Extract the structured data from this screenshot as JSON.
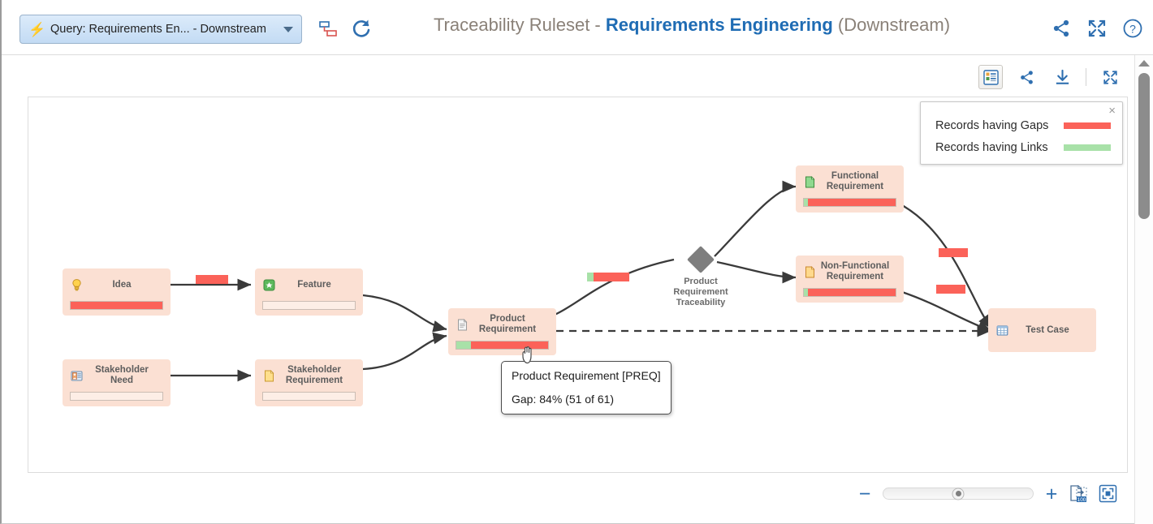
{
  "header": {
    "query_label": "Query: Requirements En... - Downstream",
    "bolt_icon": "lightning-bolt-icon",
    "split_icon": "split-view-icon",
    "refresh_icon": "refresh-icon",
    "title_prefix": "Traceability Ruleset - ",
    "title_accent": "Requirements Engineering",
    "title_suffix": " (Downstream)",
    "share_icon": "share-icon",
    "collapse_icon": "collapse-arrows-icon",
    "help_icon": "help-icon"
  },
  "toolbar": {
    "legend_toggle": "legend-panel-icon",
    "share": "share-icon",
    "download": "download-icon",
    "expand": "expand-arrows-icon"
  },
  "legend": {
    "close_label": "×",
    "items": [
      {
        "label": "Records having Gaps",
        "color": "#fb6259"
      },
      {
        "label": "Records having Links",
        "color": "#a8e1a8"
      }
    ]
  },
  "tooltip": {
    "title": "Product Requirement [PREQ]",
    "detail": "Gap: 84% (51 of 61)"
  },
  "diagram": {
    "nodes": [
      {
        "id": "idea",
        "label": "Idea",
        "icon": "lightbulb-icon",
        "bar": {
          "green": 0,
          "red": 100,
          "visible": true
        }
      },
      {
        "id": "feature",
        "label": "Feature",
        "icon": "green-plus-icon",
        "bar": {
          "green": 0,
          "red": 0,
          "visible": true
        }
      },
      {
        "id": "stakeholder-need",
        "label": "Stakeholder Need",
        "icon": "person-card-icon",
        "bar": {
          "green": 0,
          "red": 0,
          "visible": true
        }
      },
      {
        "id": "stakeholder-requirement",
        "label": "Stakeholder Requirement",
        "icon": "yellow-document-icon",
        "bar": {
          "green": 0,
          "red": 0,
          "visible": true
        }
      },
      {
        "id": "product-requirement",
        "label": "Product Requirement",
        "icon": "gray-document-icon",
        "bar": {
          "green": 16,
          "red": 84,
          "visible": true
        }
      },
      {
        "id": "functional-requirement",
        "label": "Functional Requirement",
        "icon": "green-document-icon",
        "bar": {
          "green": 4,
          "red": 96,
          "visible": true
        }
      },
      {
        "id": "non-functional-requirement",
        "label": "Non-Functional Requirement",
        "icon": "orange-document-icon",
        "bar": {
          "green": 4,
          "red": 96,
          "visible": true
        }
      },
      {
        "id": "test-case",
        "label": "Test Case",
        "icon": "table-grid-icon",
        "bar": {
          "green": 0,
          "red": 0,
          "visible": false
        }
      }
    ],
    "traceability_node": {
      "label_line1": "Product",
      "label_line2": "Requirement",
      "label_line3": "Traceability",
      "shape": "diamond"
    },
    "edge_chips": [
      {
        "id": "idea-to-feature",
        "green": 0,
        "red": 100
      },
      {
        "id": "product-req-to-traceability",
        "green": 15,
        "red": 85
      },
      {
        "id": "functional-to-test-case",
        "green": 0,
        "red": 100
      },
      {
        "id": "non-functional-to-test-case",
        "green": 0,
        "red": 100
      }
    ]
  },
  "zoom": {
    "minus_label": "−",
    "plus_label": "+",
    "reset_icon": "zoom-100-icon",
    "fit_icon": "fit-to-screen-icon",
    "slider_value": 50
  }
}
